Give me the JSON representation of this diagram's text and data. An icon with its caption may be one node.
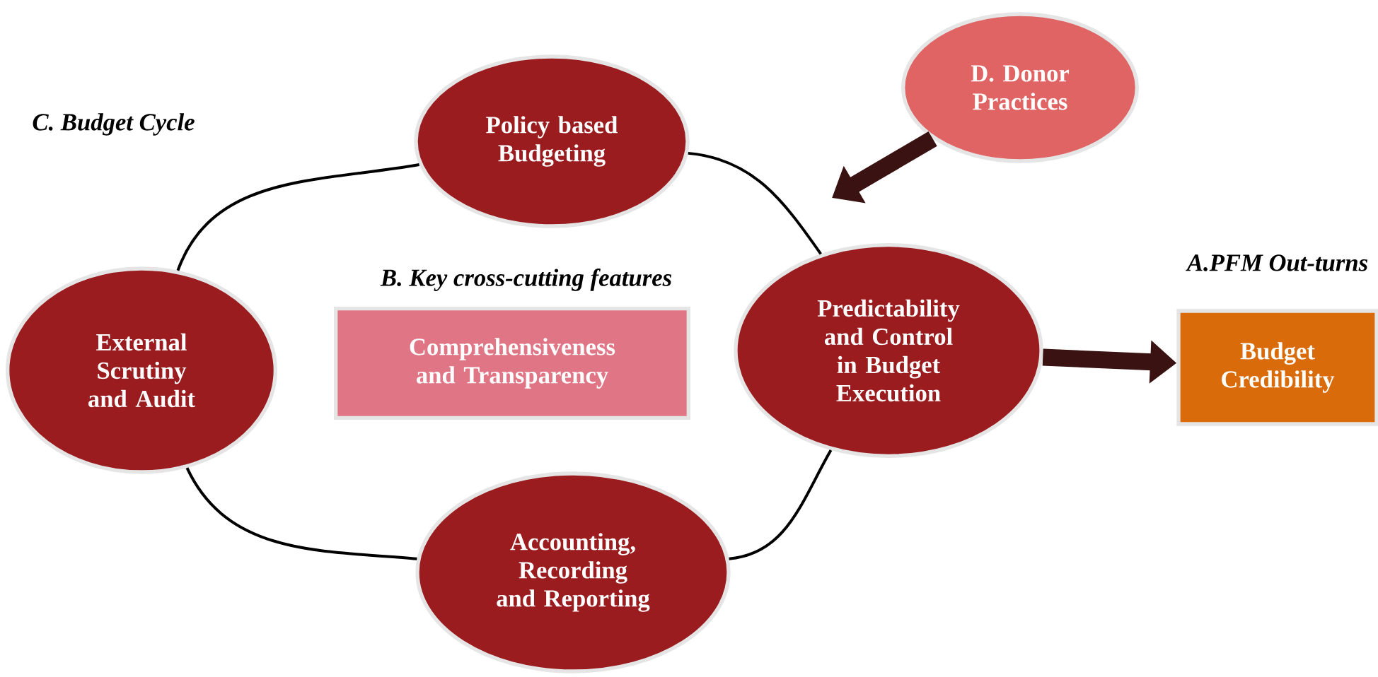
{
  "diagram": {
    "nodes": [
      {
        "text": [
          "Policy based Budgeting"
        ]
      },
      {
        "text": [
          "D. Donor Practices"
        ]
      },
      {
        "text": [
          "Predictability and Control in Budget Execution"
        ]
      },
      {
        "text": [
          "A.PFM Out-turns",
          "Budget Credibility"
        ]
      },
      {
        "text": [
          "B. Key cross-cutting features",
          "Comprehensiveness and Transparency"
        ]
      },
      {
        "text": [
          "External Scrutiny and Audit"
        ]
      },
      {
        "text": [
          "Accounting, Recording and Reporting"
        ]
      }
    ],
    "edges": [
      {
        "from": 5,
        "to": 0,
        "arrow": "none"
      },
      {
        "from": 0,
        "to": 2,
        "arrow": "none"
      },
      {
        "from": 2,
        "to": 6,
        "arrow": "none"
      },
      {
        "from": 6,
        "to": 5,
        "arrow": "none"
      },
      {
        "from": 1,
        "to": null,
        "arrow": "to",
        "style": "thick"
      },
      {
        "from": 2,
        "to": 3,
        "arrow": "to",
        "style": "thick"
      }
    ],
    "labels": [
      "C. Budget Cycle"
    ]
  }
}
